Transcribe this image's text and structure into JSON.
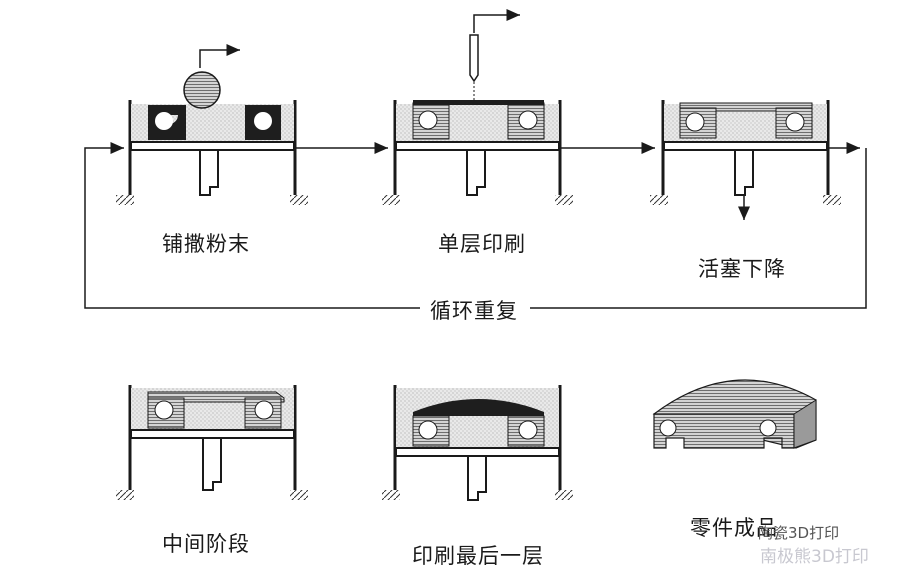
{
  "labels": {
    "spread_powder": "铺撒粉末",
    "single_layer_print": "单层印刷",
    "piston_lower": "活塞下降",
    "repeat_cycle": "循环重复",
    "intermediate_stage": "中间阶段",
    "print_last_layer": "印刷最后一层",
    "finished_part": "零件成品"
  },
  "watermark": {
    "line1": "陶瓷3D打印",
    "line2": "南极熊3D打印"
  },
  "colors": {
    "ink": "#1a1a1a",
    "powder": "#e6e6e6",
    "solid": "#1e1e1e",
    "bound": "#bdbdbd",
    "watermark": "#c8c8d0"
  }
}
